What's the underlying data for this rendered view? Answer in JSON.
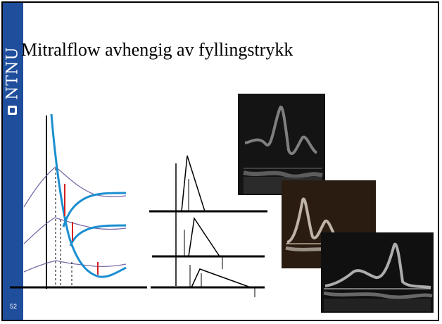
{
  "slide": {
    "title": "Mitralflow avhengig av fyllingstrykk",
    "slide_number": "52",
    "logo_text": "NTNU"
  },
  "colors": {
    "brand_bar": "#1f4e9c",
    "curve_blue": "#1b8fd0",
    "pressure_purple": "#7b6aa8",
    "marker_red": "#d42020",
    "echo_background": "#0c0c0c"
  },
  "images": [
    {
      "name": "doppler-image-normal",
      "description_icon": "doppler-waveform-icon"
    },
    {
      "name": "doppler-image-pseudonormal",
      "description_icon": "doppler-waveform-icon"
    },
    {
      "name": "doppler-image-restrictive",
      "description_icon": "doppler-waveform-icon"
    }
  ]
}
